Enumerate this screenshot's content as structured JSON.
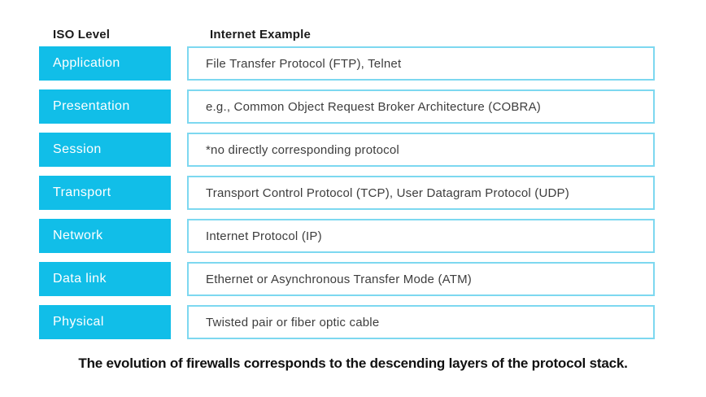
{
  "colors": {
    "level_box_fill": "#11BEE8",
    "example_box_border": "#7DD8F0",
    "level_text": "#ffffff",
    "example_text": "#3d3d3d",
    "heading_text": "#1b1b1b",
    "background": "#ffffff"
  },
  "headers": {
    "iso_level": "ISO Level",
    "internet_example": "Internet Example"
  },
  "rows": [
    {
      "level": "Application",
      "example": "File Transfer Protocol (FTP), Telnet"
    },
    {
      "level": "Presentation",
      "example": "e.g., Common Object Request Broker Architecture (COBRA)"
    },
    {
      "level": "Session",
      "example": "*no directly corresponding protocol"
    },
    {
      "level": "Transport",
      "example": "Transport Control Protocol (TCP), User Datagram Protocol (UDP)"
    },
    {
      "level": "Network",
      "example": "Internet Protocol (IP)"
    },
    {
      "level": "Data link",
      "example": "Ethernet or Asynchronous Transfer Mode (ATM)"
    },
    {
      "level": "Physical",
      "example": "Twisted pair or fiber optic cable"
    }
  ],
  "caption": "The evolution of firewalls corresponds to the descending layers of the protocol stack."
}
